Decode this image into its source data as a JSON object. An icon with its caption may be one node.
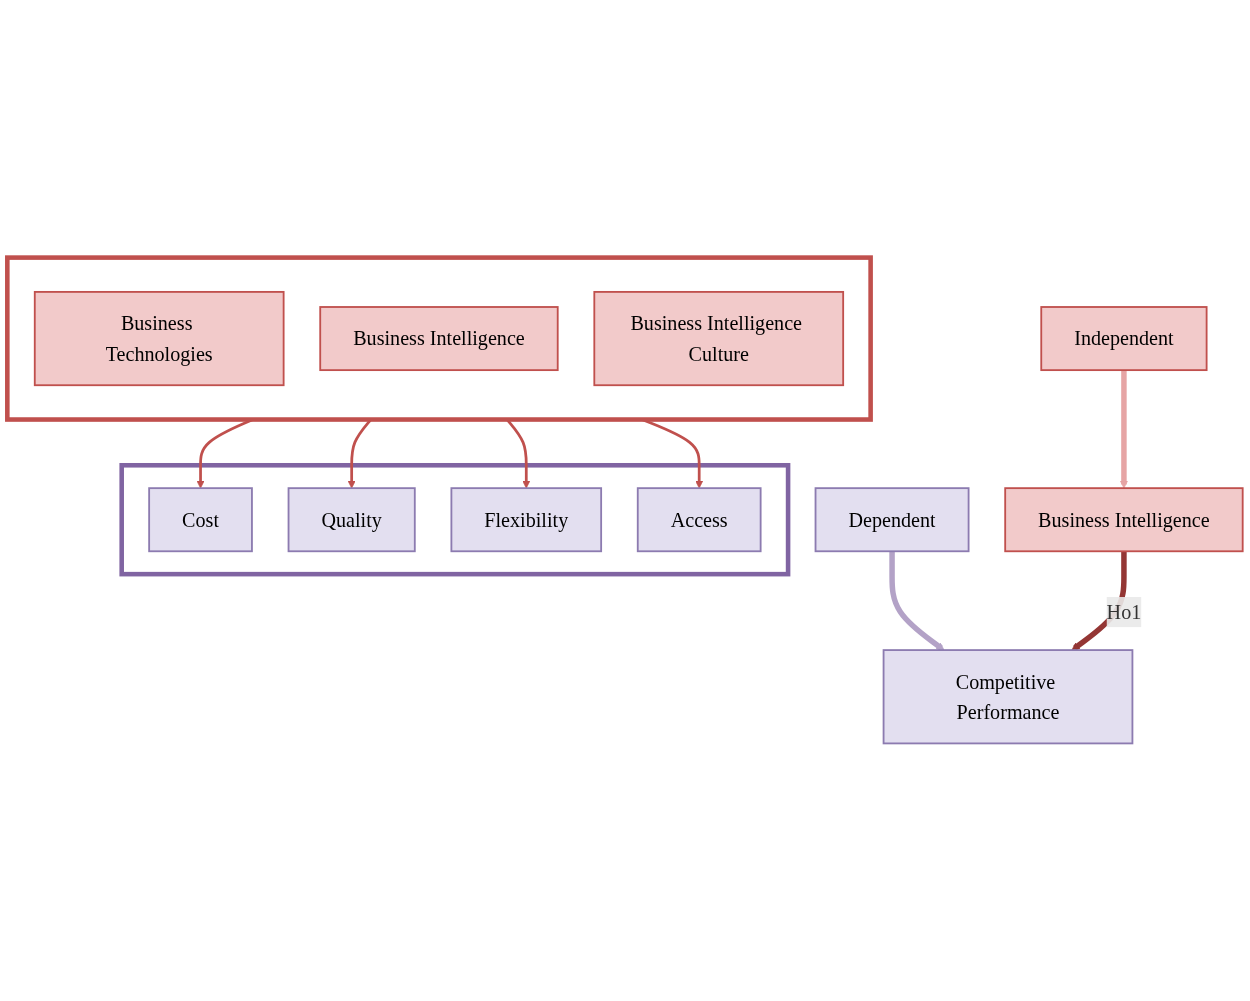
{
  "diagram": {
    "nodes": [
      {
        "text": [
          "Dependent"
        ]
      },
      {
        "text": [
          "Independent"
        ]
      },
      {
        "text": [
          "Competitive Performance"
        ]
      },
      {
        "text": [
          "Business Intelligence"
        ]
      },
      {
        "text": [],
        "shape": "box"
      },
      {
        "text": [
          "Cost"
        ],
        "in": 4
      },
      {
        "text": [
          "Quality"
        ],
        "in": 4
      },
      {
        "text": [
          "Flexibility"
        ],
        "in": 4
      },
      {
        "text": [
          "Access"
        ],
        "in": 4
      },
      {
        "text": [],
        "shape": "box"
      },
      {
        "text": [
          "Business Technologies"
        ],
        "in": 9
      },
      {
        "text": [
          "Business Intelligence"
        ],
        "in": 9
      },
      {
        "text": [
          "Business Intelligence Culture"
        ],
        "in": 9
      }
    ],
    "edges": [
      {
        "from": 0,
        "to": 2,
        "arrow": "to",
        "style": "thick",
        "color": "#b3a2c7"
      },
      {
        "from": 1,
        "to": 3,
        "arrow": "to",
        "style": "thick",
        "color": "#e6a5a5"
      },
      {
        "from": 3,
        "to": 2,
        "arrow": "to",
        "label": "Ho1",
        "style": "thick",
        "color": "#943634"
      },
      {
        "from": 9,
        "to": 5,
        "arrow": "to"
      },
      {
        "from": 9,
        "to": 6,
        "arrow": "to"
      },
      {
        "from": 9,
        "to": 7,
        "arrow": "to"
      },
      {
        "from": 9,
        "to": 8,
        "arrow": "to"
      }
    ]
  }
}
